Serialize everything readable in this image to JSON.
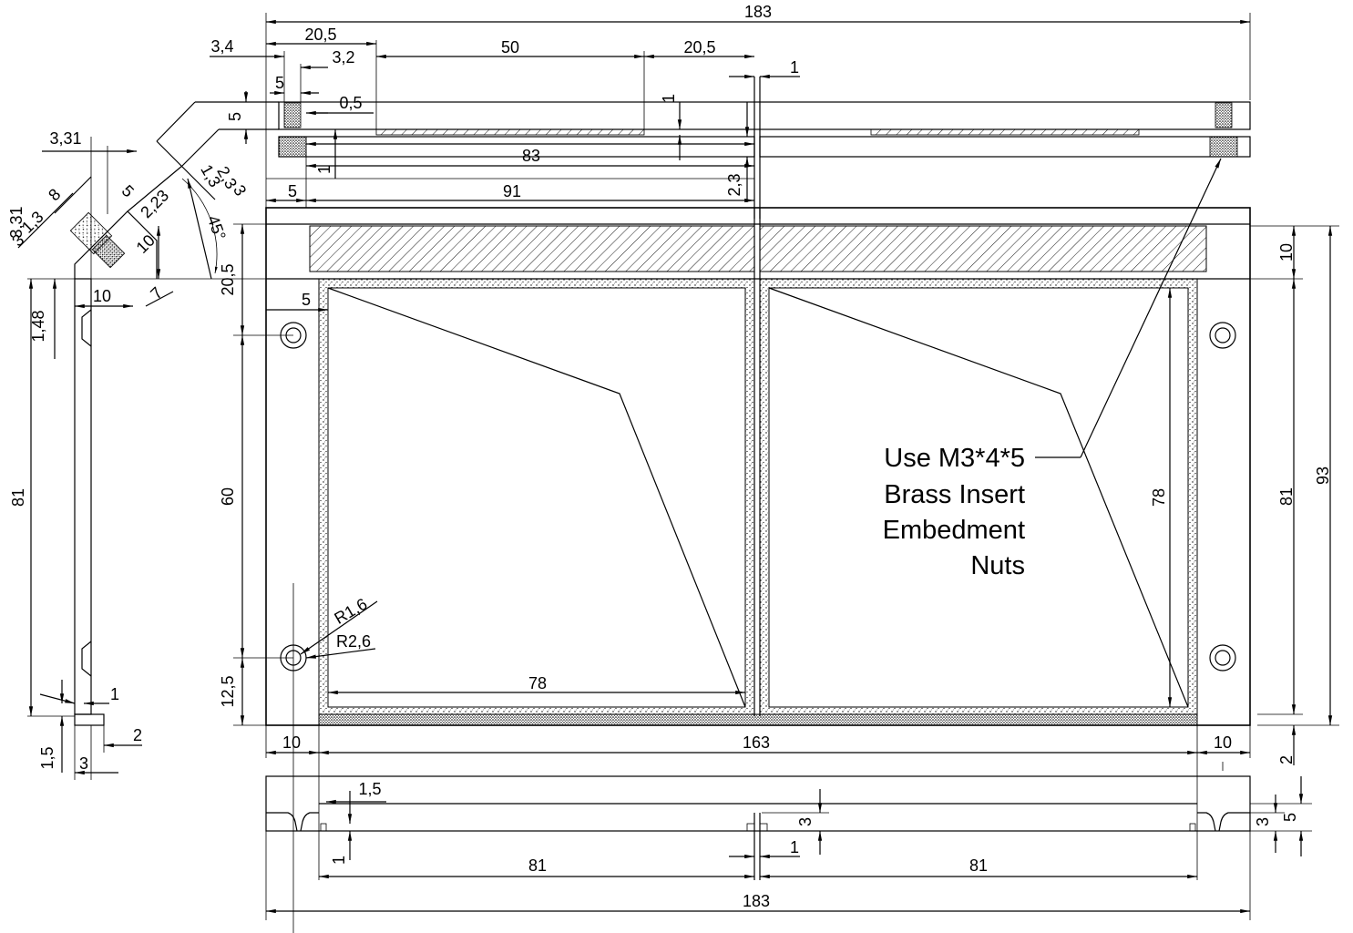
{
  "colors": {
    "background": "#ffffff",
    "ink": "#000000"
  },
  "note": {
    "lines": [
      "Use  M3*4*5",
      "Brass Insert",
      "Embedment",
      "Nuts"
    ]
  },
  "radius_labels": [
    "R1,6",
    "R2,6"
  ],
  "angle_label": "45°",
  "dimensions": {
    "top": {
      "overall": "183",
      "left_margin": "20,5",
      "slot": "50",
      "right_margin": "20,5",
      "gap": "1",
      "offset_a": "3,4",
      "offset_b": "3,2",
      "nut": "5",
      "thin": "0,5",
      "height": "5",
      "depth": "1",
      "inner": "83",
      "low": "1",
      "edge": "5",
      "span": "91",
      "lip": "2,3"
    },
    "side": {
      "width_a": "3,31",
      "width_b": "3,31",
      "w8": "8",
      "w5": "5",
      "w223": "2,23",
      "w13": "1,3",
      "w3": "3",
      "wa": "1,3",
      "wb": "2,3",
      "t3": "3",
      "w10": "10",
      "base10": "10",
      "w7": "7",
      "h148": "1,48",
      "h81": "81",
      "f1": "1",
      "f15": "1,5",
      "f3": "3",
      "f2": "2"
    },
    "front": {
      "top_margin": "20,5",
      "hole_offset": "5",
      "pocket": "60",
      "bottom_margin": "12,5",
      "inner_width": "78",
      "inner_height": "78",
      "left_edge": "10",
      "center": "163",
      "right_edge": "10",
      "strip": "10",
      "height81": "81",
      "height93": "93",
      "base": "2"
    },
    "bottom": {
      "lip": "1,5",
      "d3": "3",
      "d1": "1",
      "left81": "81",
      "gap1": "1",
      "right81": "81",
      "overall": "183",
      "r3": "3",
      "r5": "5"
    }
  }
}
